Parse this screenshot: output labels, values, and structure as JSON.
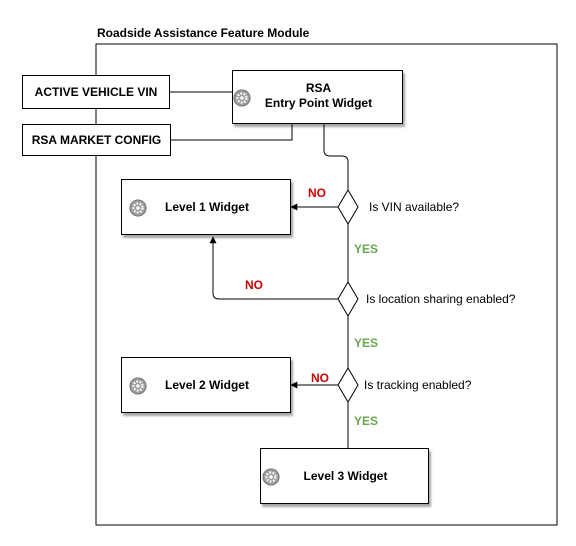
{
  "module": {
    "title": "Roadside Assistance Feature Module"
  },
  "inputs": {
    "vin": "ACTIVE VEHICLE VIN",
    "market_config": "RSA MARKET CONFIG"
  },
  "widgets": {
    "entry_line1": "RSA",
    "entry_line2": "Entry Point Widget",
    "level1": "Level 1 Widget",
    "level2": "Level 2 Widget",
    "level3": "Level 3 Widget"
  },
  "decisions": {
    "vin": "Is VIN available?",
    "location": "Is location sharing enabled?",
    "tracking": "Is tracking enabled?"
  },
  "branches": {
    "no": "NO",
    "yes": "YES"
  },
  "colors": {
    "no": "#cc0000",
    "yes": "#6aa84f",
    "gear": "#9e9e9e"
  },
  "icons": {
    "widget": "gear-icon"
  }
}
